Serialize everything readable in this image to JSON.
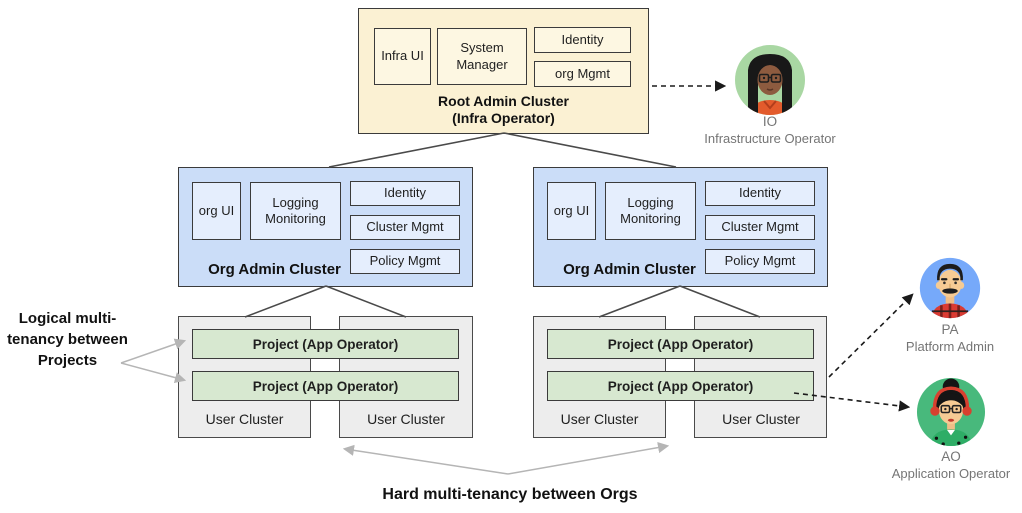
{
  "root_cluster": {
    "title": "Root Admin Cluster",
    "subtitle": "(Infra Operator)",
    "infra_ui": "Infra UI",
    "system_manager": "System Manager",
    "identity": "Identity",
    "org_mgmt": "org Mgmt"
  },
  "org_clusters": [
    {
      "title": "Org Admin Cluster",
      "org_ui": "org UI",
      "logging_monitoring": "Logging Monitoring",
      "identity": "Identity",
      "cluster_mgmt": "Cluster Mgmt",
      "policy_mgmt": "Policy Mgmt"
    },
    {
      "title": "Org Admin Cluster",
      "org_ui": "org UI",
      "logging_monitoring": "Logging Monitoring",
      "identity": "Identity",
      "cluster_mgmt": "Cluster Mgmt",
      "policy_mgmt": "Policy Mgmt"
    }
  ],
  "user_cluster_groups": [
    {
      "projects": [
        "Project (App Operator)",
        "Project (App Operator)"
      ],
      "clusters": [
        "User Cluster",
        "User Cluster"
      ]
    },
    {
      "projects": [
        "Project (App Operator)",
        "Project (App Operator)"
      ],
      "clusters": [
        "User Cluster",
        "User Cluster"
      ]
    }
  ],
  "annotations": {
    "logical": "Logical multi-tenancy between Projects",
    "hard": "Hard multi-tenancy between Orgs"
  },
  "personas": [
    {
      "initials": "IO",
      "role": "Infrastructure Operator"
    },
    {
      "initials": "PA",
      "role": "Platform Admin"
    },
    {
      "initials": "AO",
      "role": "Application Operator"
    }
  ],
  "colors": {
    "root_cluster_bg": "#FBF1D3",
    "root_inner_bg": "#FDF7E2",
    "org_cluster_bg": "#CBDDF8",
    "org_inner_bg": "#E5EEFD",
    "user_cluster_bg": "#EDEDED",
    "project_bg": "#D7E8D0",
    "box_border": "#3B3B3B",
    "tree_connector": "#4A4A4A",
    "dashed_arrow": "#1A1A1A",
    "gray_arrow": "#B5B5B5",
    "persona_text": "#757575",
    "io_circle": "#A9D7A3",
    "pa_circle": "#76A9FA",
    "ao_circle": "#48B97C"
  }
}
